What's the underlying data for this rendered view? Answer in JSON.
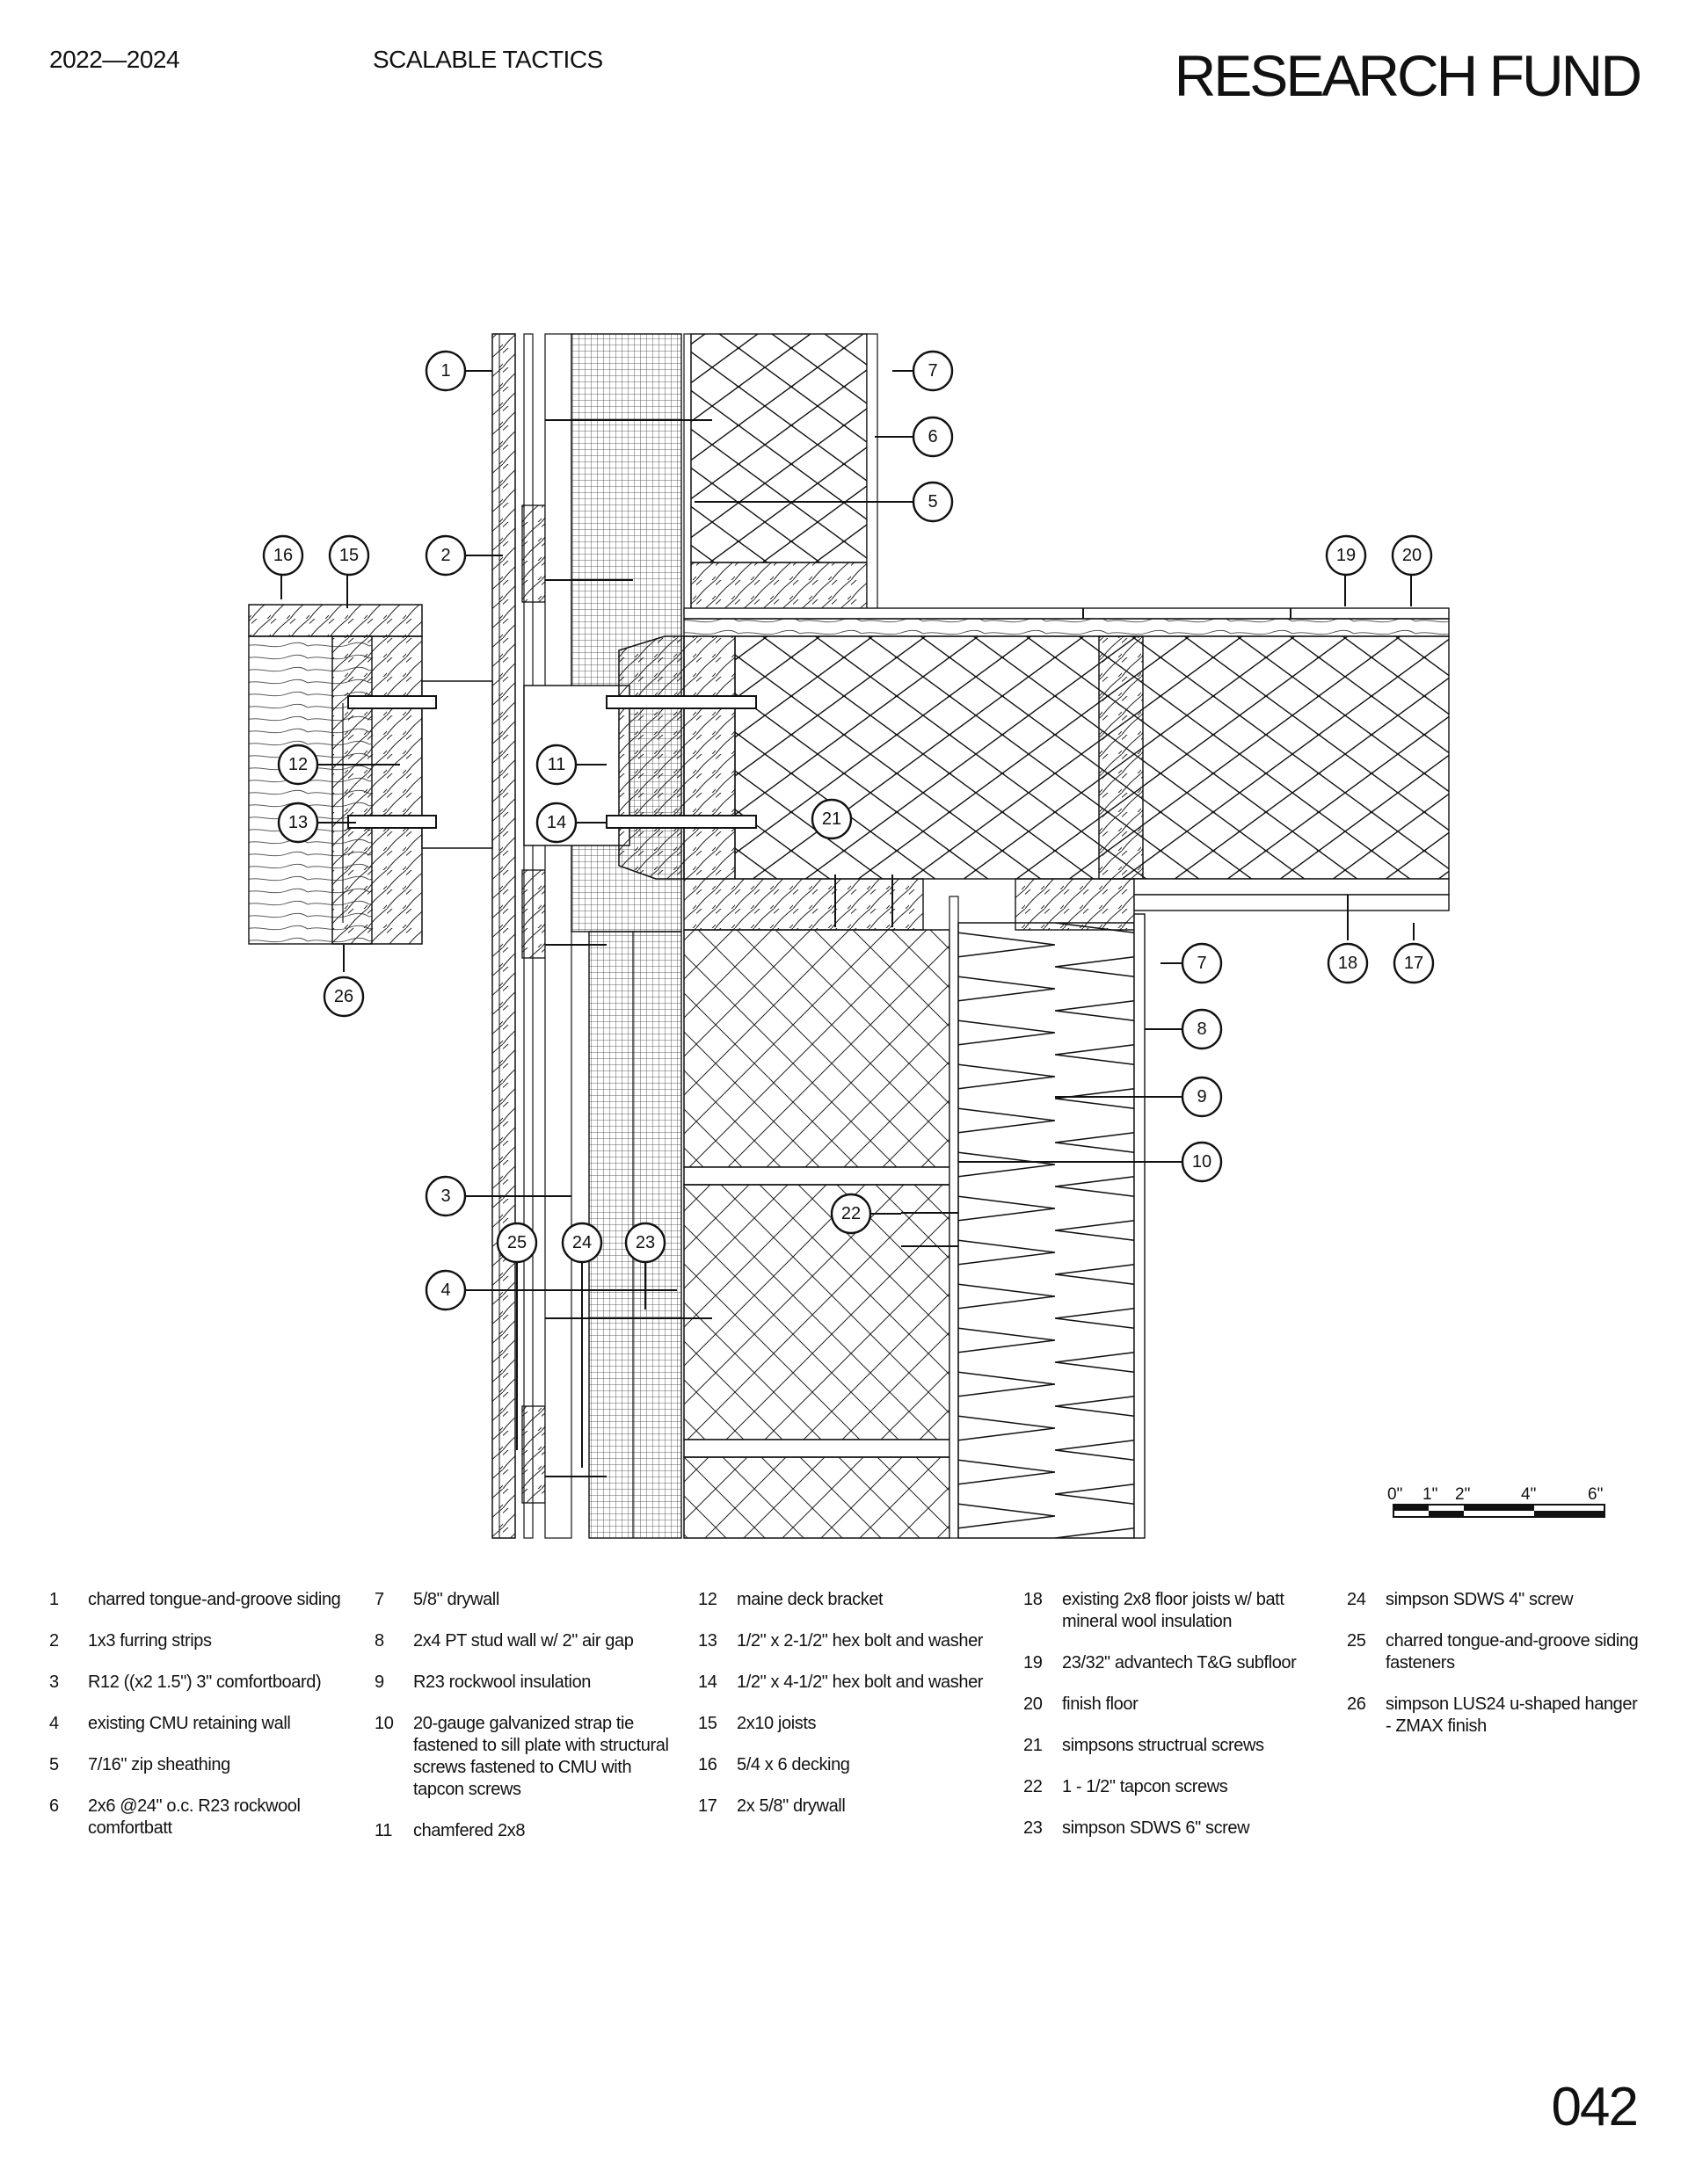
{
  "header": {
    "years": "2022—2024",
    "series": "SCALABLE TACTICS",
    "brand": "RESEARCH FUND"
  },
  "page_number": "042",
  "scale_bar": {
    "labels": [
      "0\"",
      "1\"",
      "2\"",
      "4\"",
      "6\""
    ]
  },
  "callouts": [
    "1",
    "2",
    "3",
    "4",
    "5",
    "6",
    "7",
    "8",
    "9",
    "10",
    "11",
    "12",
    "13",
    "14",
    "15",
    "16",
    "17",
    "18",
    "19",
    "20",
    "21",
    "22",
    "23",
    "24",
    "25",
    "26"
  ],
  "legend": {
    "columns": [
      [
        {
          "num": "1",
          "text": "charred tongue-and-groove siding"
        },
        {
          "num": "2",
          "text": "1x3 furring strips"
        },
        {
          "num": "3",
          "text": "R12 ((x2 1.5\") 3\" comfortboard)"
        },
        {
          "num": "4",
          "text": "existing CMU retaining wall"
        },
        {
          "num": "5",
          "text": "7/16\" zip sheathing"
        },
        {
          "num": "6",
          "text": "2x6 @24\" o.c. R23 rockwool comfortbatt"
        }
      ],
      [
        {
          "num": "7",
          "text": "5/8\" drywall"
        },
        {
          "num": "8",
          "text": "2x4 PT stud wall w/ 2\" air gap"
        },
        {
          "num": "9",
          "text": "R23 rockwool insulation"
        },
        {
          "num": "10",
          "text": "20-gauge galvanized strap tie fastened to sill plate with structural screws fastened to CMU with tapcon screws"
        },
        {
          "num": "11",
          "text": "chamfered 2x8"
        }
      ],
      [
        {
          "num": "12",
          "text": "maine deck bracket"
        },
        {
          "num": "13",
          "text": "1/2\" x 2-1/2\" hex bolt and washer"
        },
        {
          "num": "14",
          "text": "1/2\" x 4-1/2\" hex bolt and washer"
        },
        {
          "num": "15",
          "text": "2x10 joists"
        },
        {
          "num": "16",
          "text": "5/4 x 6 decking"
        },
        {
          "num": "17",
          "text": "2x 5/8\" drywall"
        }
      ],
      [
        {
          "num": "18",
          "text": "existing 2x8 floor joists w/ batt mineral wool insulation"
        },
        {
          "num": "19",
          "text": "23/32\" advantech T&G subfloor"
        },
        {
          "num": "20",
          "text": "finish floor"
        },
        {
          "num": "21",
          "text": "simpsons structrual screws"
        },
        {
          "num": "22",
          "text": "1 - 1/2\" tapcon screws"
        },
        {
          "num": "23",
          "text": "simpson SDWS 6\" screw"
        }
      ],
      [
        {
          "num": "24",
          "text": "simpson SDWS 4\" screw"
        },
        {
          "num": "25",
          "text": "charred tongue-and-groove siding fasteners"
        },
        {
          "num": "26",
          "text": "simpson LUS24 u-shaped hanger - ZMAX finish"
        }
      ]
    ]
  }
}
